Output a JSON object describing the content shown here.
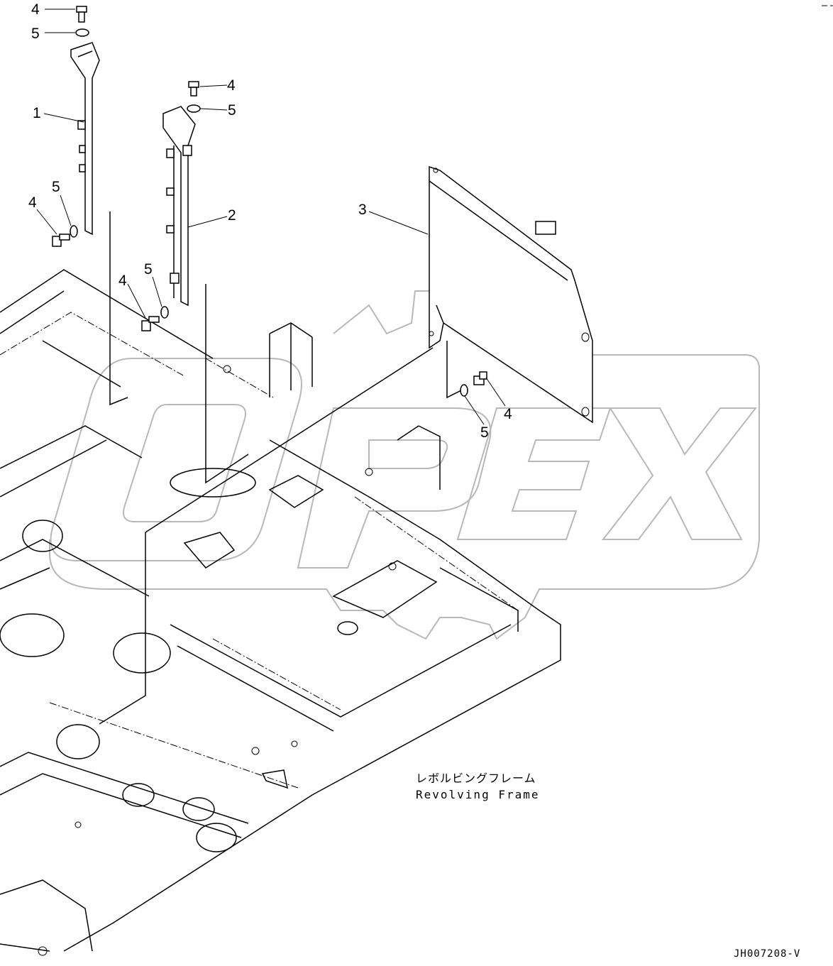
{
  "watermark": {
    "text": "OPEX",
    "color": "#b8b8b8"
  },
  "callouts": [
    {
      "id": "c4a",
      "label": "4"
    },
    {
      "id": "c5a",
      "label": "5"
    },
    {
      "id": "c1",
      "label": "1"
    },
    {
      "id": "c4b",
      "label": "4"
    },
    {
      "id": "c5b",
      "label": "5"
    },
    {
      "id": "c5c",
      "label": "5"
    },
    {
      "id": "c4c",
      "label": "4"
    },
    {
      "id": "c2",
      "label": "2"
    },
    {
      "id": "c3",
      "label": "3"
    },
    {
      "id": "c5d",
      "label": "5"
    },
    {
      "id": "c4d",
      "label": "4"
    },
    {
      "id": "c4e",
      "label": "4"
    },
    {
      "id": "c5e",
      "label": "5"
    }
  ],
  "frame_label": {
    "jp": "レボルビングフレーム",
    "en": "Revolving Frame"
  },
  "drawing_code": "JH007208-V"
}
